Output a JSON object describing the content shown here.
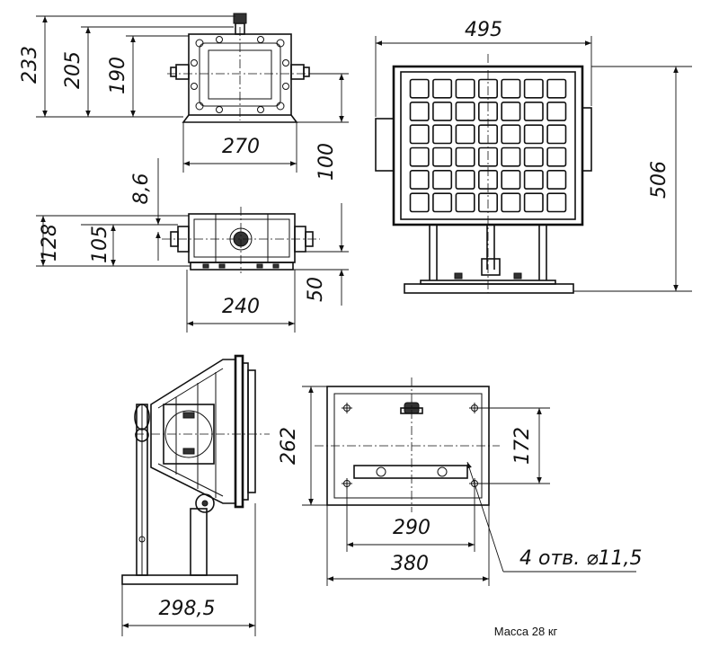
{
  "dimensions": {
    "top_height_total": "233",
    "top_height_body": "205",
    "top_height_box": "190",
    "top_width": "270",
    "top_depth": "100",
    "front_width": "495",
    "front_height": "506",
    "mid_offset": "8,6",
    "mid_height_total": "128",
    "mid_height_body": "105",
    "mid_width": "240",
    "mid_depth": "50",
    "side_depth": "298,5",
    "base_height": "262",
    "base_hole_spacing_y": "172",
    "base_hole_spacing_x": "290",
    "base_width": "380",
    "holes_note": "4 отв. ⌀11,5"
  },
  "mass_label": "Масса 28 кг"
}
